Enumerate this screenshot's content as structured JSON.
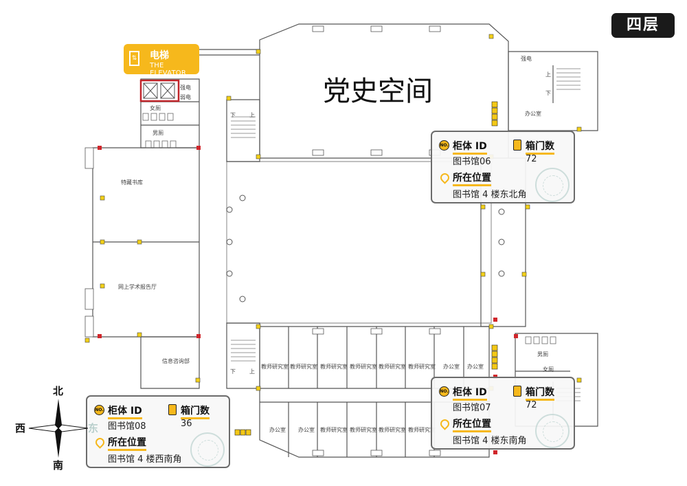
{
  "floor_label": "四层",
  "title": "党史空间",
  "elevator": {
    "title": "电梯",
    "subtitle": "THE ELEVATOR"
  },
  "compass": {
    "north": "北",
    "south": "南",
    "west": "西",
    "east": "东"
  },
  "rooms": {
    "special_stacks": "特藏书库",
    "online_hall": "网上学术报告厅",
    "info_room": "信息咨询部",
    "women_wc": "女厕",
    "men_wc": "男厕",
    "office": "办公室",
    "teacher_study": "教师研究室",
    "stair_down": "下",
    "stair_up": "上",
    "shaft": "强电",
    "shaft2": "弱电"
  },
  "card_labels": {
    "cabinet_id": "柜体 ID",
    "door_count": "箱门数",
    "location": "所在位置",
    "no_badge": "NO."
  },
  "cards": [
    {
      "id": "图书馆06",
      "doors": "72",
      "location": "图书馆 4 楼东北角"
    },
    {
      "id": "图书馆07",
      "doors": "72",
      "location": "图书馆 4 楼东南角"
    },
    {
      "id": "图书馆08",
      "doors": "36",
      "location": "图书馆 4 楼西南角"
    }
  ]
}
